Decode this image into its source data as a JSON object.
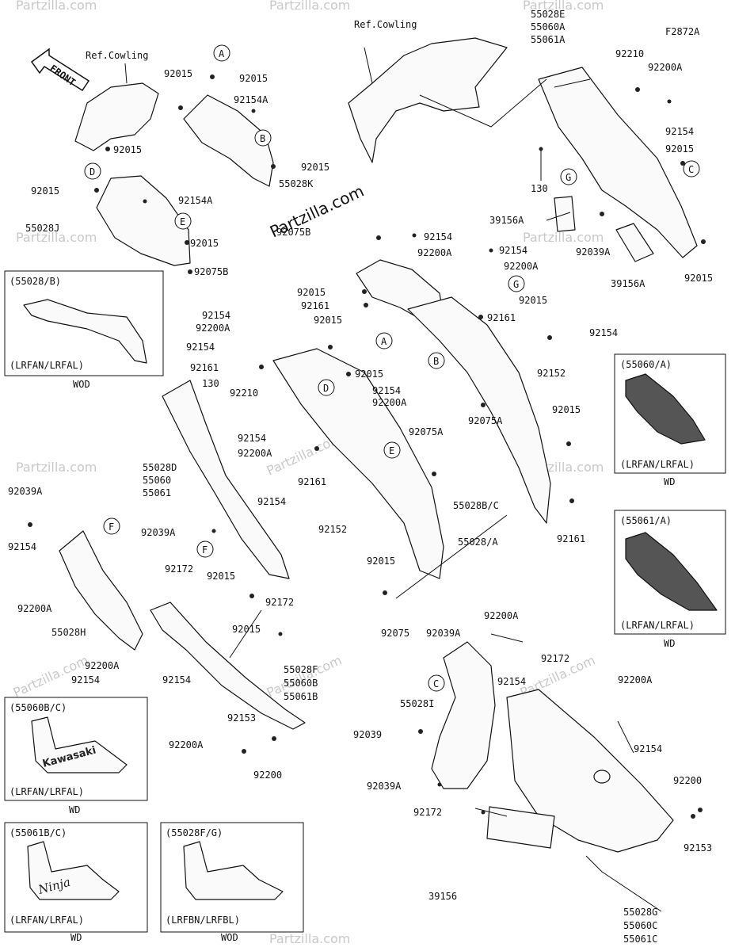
{
  "diagram_code": "F2872A",
  "watermark": "Partzilla.com",
  "ref_labels": {
    "cowling_left": "Ref.Cowling",
    "cowling_top": "Ref.Cowling",
    "front": "FRONT"
  },
  "circle_letters": [
    "A",
    "B",
    "C",
    "D",
    "E",
    "F",
    "G"
  ],
  "part_labels": {
    "p55028E": "55028E",
    "p55060A": "55060A",
    "p55061A": "55061A",
    "p92015": "92015",
    "p92154A": "92154A",
    "p55028K": "55028K",
    "p92075B": "92075B",
    "p55028J": "55028J",
    "p92210": "92210",
    "p92200A": "92200A",
    "p92154": "92154",
    "p130": "130",
    "p39156A": "39156A",
    "p92039A": "92039A",
    "p92161": "92161",
    "p92152": "92152",
    "p92075A": "92075A",
    "p55028BC": "55028B/C",
    "p55028D": "55028D",
    "p55060": "55060",
    "p55061": "55061",
    "p55028A": "55028/A",
    "p55028H": "55028H",
    "p92172": "92172",
    "p92075": "92075",
    "p92153": "92153",
    "p92200": "92200",
    "p55028F": "55028F",
    "p55060B": "55060B",
    "p55061B": "55061B",
    "p55028I": "55028I",
    "p92039": "92039",
    "p39156": "39156",
    "p55028G": "55028G",
    "p55060C": "55060C",
    "p55061C": "55061C"
  },
  "insets": [
    {
      "title": "(55028/B)",
      "variant": "(LRFAN/LRFAL)",
      "caption": "WOD"
    },
    {
      "title": "(55060/A)",
      "variant": "(LRFAN/LRFAL)",
      "caption": "WD"
    },
    {
      "title": "(55061/A)",
      "variant": "(LRFAN/LRFAL)",
      "caption": "WD"
    },
    {
      "title": "(55060B/C)",
      "variant": "(LRFAN/LRFAL)",
      "caption": "WD"
    },
    {
      "title": "(55061B/C)",
      "variant": "(LRFAN/LRFAL)",
      "caption": "WD"
    },
    {
      "title": "(55028F/G)",
      "variant": "(LRFBN/LRFBL)",
      "caption": "WOD"
    }
  ],
  "decal_text": {
    "kawasaki": "Kawasaki",
    "ninja": "Ninja"
  }
}
